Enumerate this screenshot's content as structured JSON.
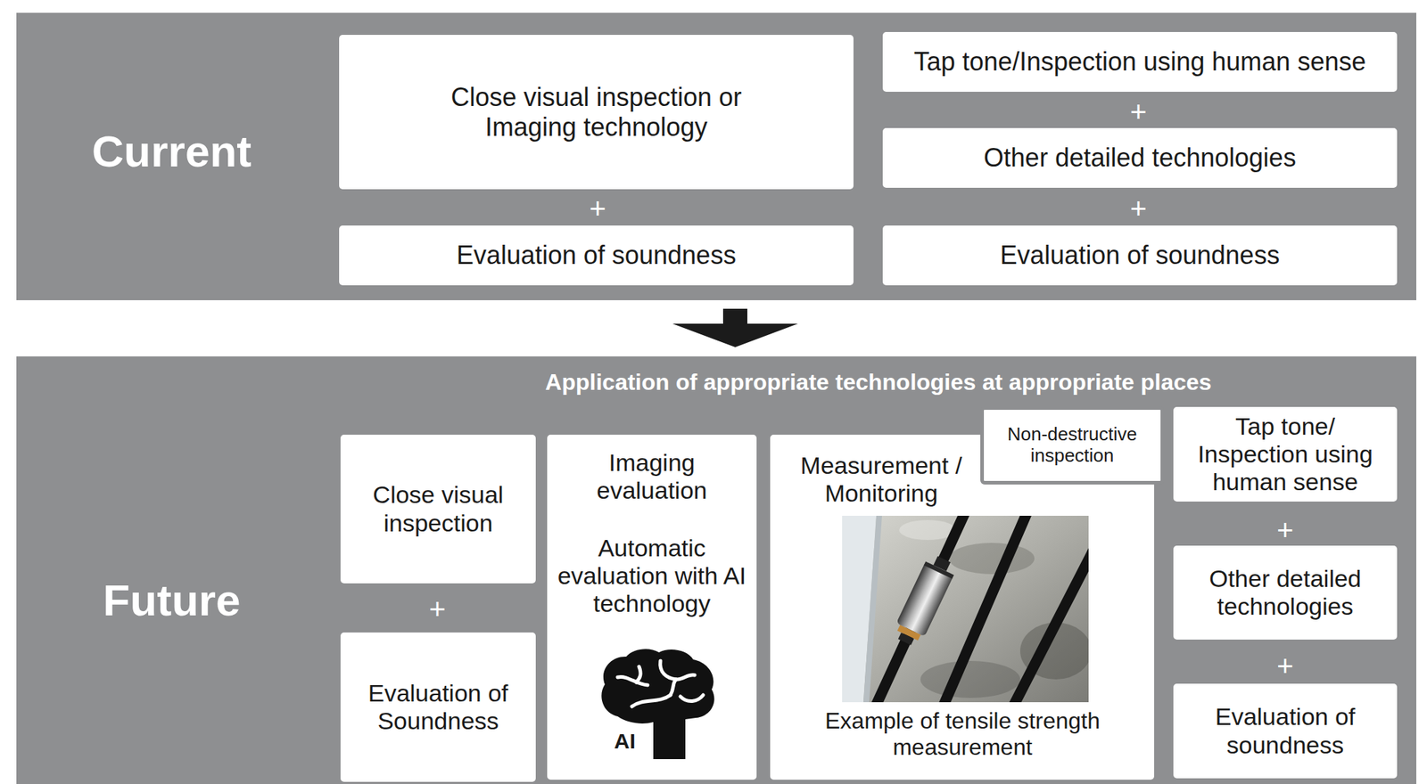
{
  "diagram": {
    "nodes": [
      {
        "text": [
          "Current"
        ]
      },
      {
        "text": [
          "Close visual inspection or Imaging technology"
        ],
        "in": 0
      },
      {
        "text": [
          "Evaluation of soundness"
        ],
        "in": 0
      },
      {
        "text": [
          "Tap tone/Inspection using human sense"
        ],
        "in": 0
      },
      {
        "text": [
          "Other detailed technologies"
        ],
        "in": 0
      },
      {
        "text": [
          "Evaluation of soundness"
        ],
        "in": 0
      },
      {
        "text": [
          "Future",
          "Application of appropriate technologies at appropriate places"
        ]
      },
      {
        "text": [
          "Close visual inspection"
        ],
        "in": 6
      },
      {
        "text": [
          "Evaluation of Soundness"
        ],
        "in": 6
      },
      {
        "text": [
          "Imaging evaluation",
          "Automatic evaluation with AI technology",
          "AI"
        ],
        "in": 6
      },
      {
        "text": [
          "Measurement / Monitoring",
          "Example of tensile strength measurement"
        ],
        "in": 6
      },
      {
        "text": [
          "Non-destructive inspection"
        ],
        "in": 6
      },
      {
        "text": [
          "Tap tone/ Inspection using human sense"
        ],
        "in": 6
      },
      {
        "text": [
          "Other detailed technologies"
        ],
        "in": 6
      },
      {
        "text": [
          "Evaluation of soundness"
        ],
        "in": 6
      }
    ],
    "edges": [
      {
        "from": 0,
        "to": 6,
        "arrow": "to"
      }
    ],
    "labels": [
      "+",
      "+",
      "+",
      "+",
      "+",
      "+"
    ]
  }
}
